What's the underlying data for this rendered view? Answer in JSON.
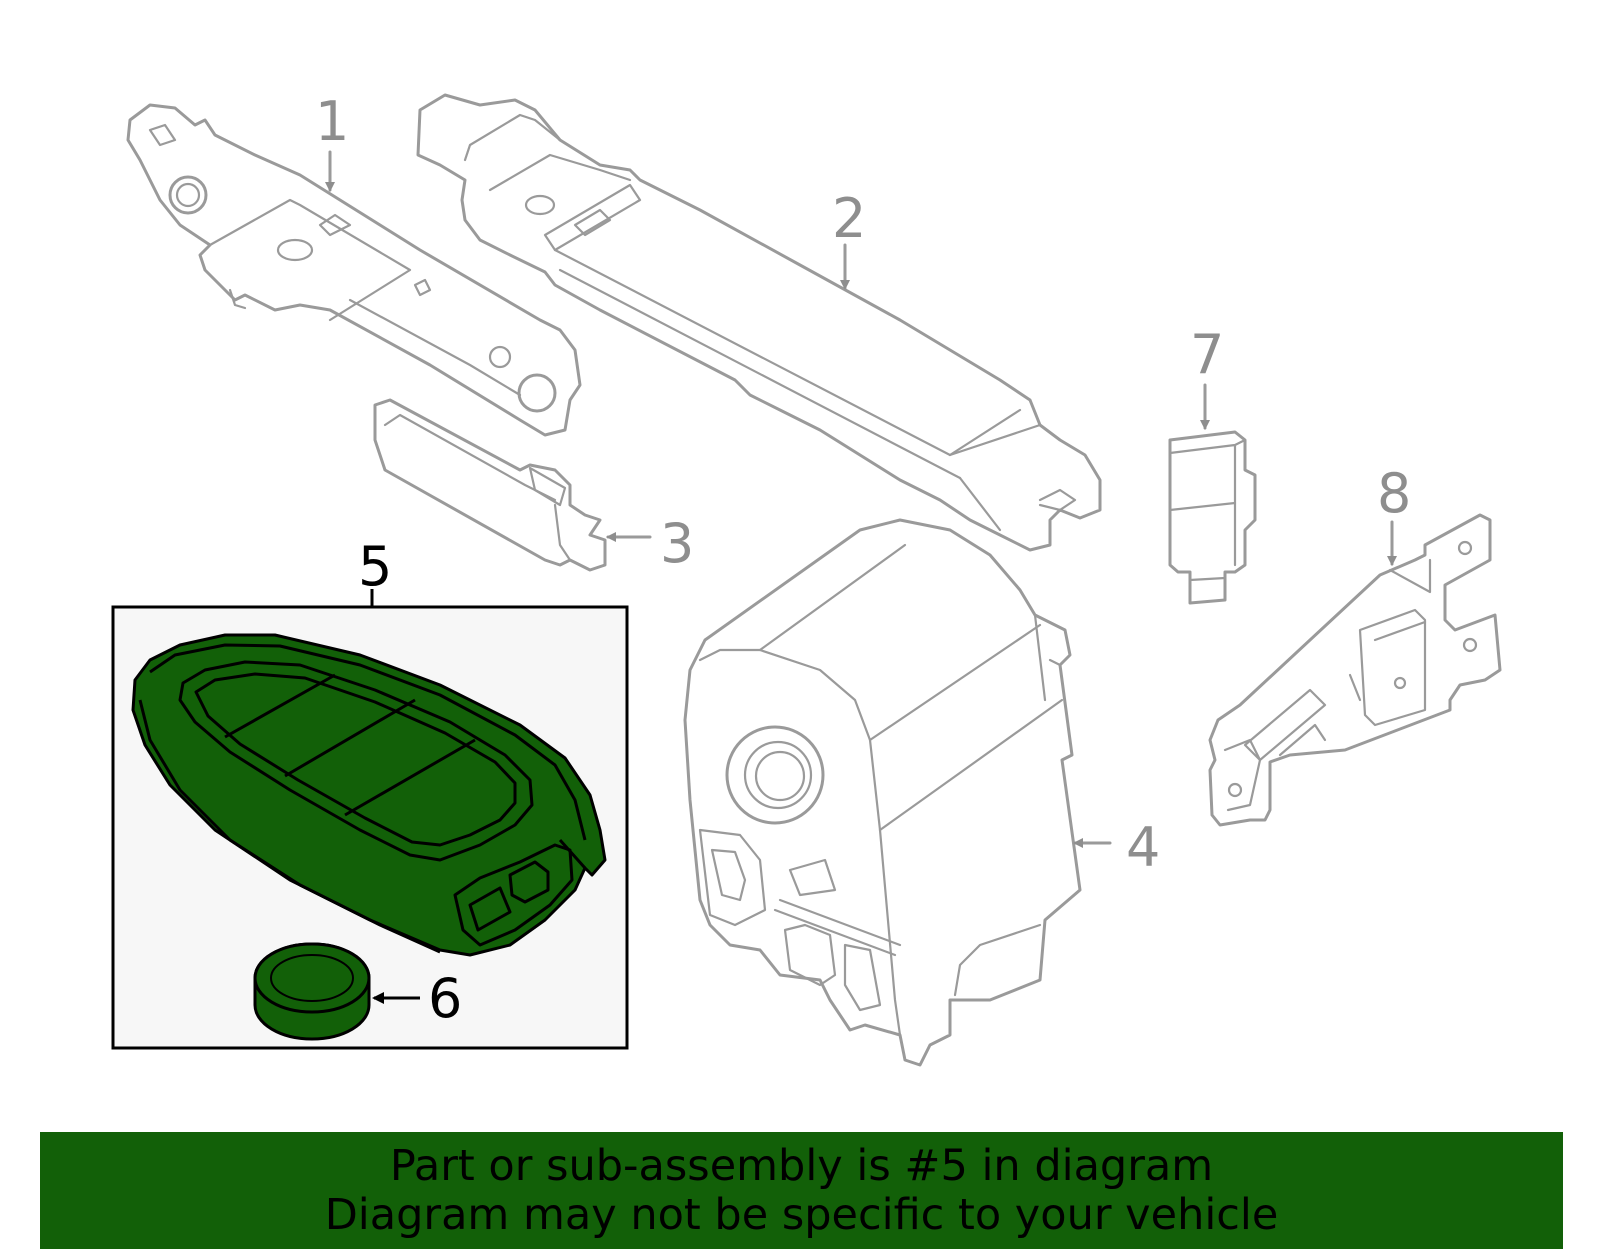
{
  "callouts": {
    "c1": "1",
    "c2": "2",
    "c3": "3",
    "c4": "4",
    "c5": "5",
    "c6": "6",
    "c7": "7",
    "c8": "8"
  },
  "banner": {
    "line1": "Part or sub-assembly is #5 in diagram",
    "line2": "Diagram may not be specific to your vehicle"
  },
  "colors": {
    "highlight": "#126008",
    "line_art": "#9a9a9a",
    "box_background": "#f7f7f7"
  }
}
